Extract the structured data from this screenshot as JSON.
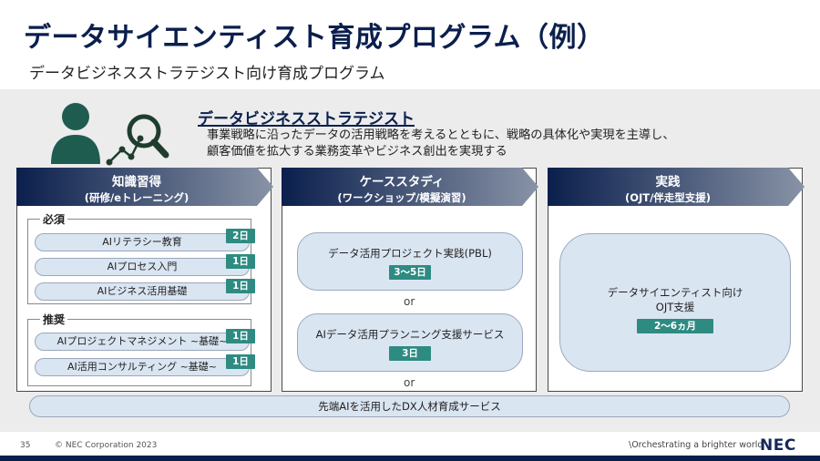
{
  "title": "データサイエンティスト育成プログラム（例）",
  "subtitle": "データビジネスストラテジスト向け育成プログラム",
  "role": {
    "title": "データビジネスストラテジスト",
    "desc_line1": "事業戦略に沿ったデータの活用戦略を考えるとともに、戦略の具体化や実現を主導し、",
    "desc_line2": "顧客価値を拡大する業務変革やビジネス創出を実現する"
  },
  "columns": [
    {
      "title": "知識習得",
      "subtitle": "(研修/eトレーニング)"
    },
    {
      "title": "ケーススタディ",
      "subtitle": "(ワークショップ/模擬演習)"
    },
    {
      "title": "実践",
      "subtitle": "(OJT/伴走型支援)"
    }
  ],
  "knowledge": {
    "required_label": "必須",
    "required": [
      {
        "label": "AIリテラシー教育",
        "days": "2日"
      },
      {
        "label": "AIプロセス入門",
        "days": "1日"
      },
      {
        "label": "AIビジネス活用基礎",
        "days": "1日"
      }
    ],
    "recommended_label": "推奨",
    "recommended": [
      {
        "label": "AIプロジェクトマネジメント ~基礎~",
        "days": "1日"
      },
      {
        "label": "AI活用コンサルティング ~基礎~",
        "days": "1日"
      }
    ]
  },
  "case_study": {
    "items": [
      {
        "label": "データ活用プロジェクト実践(PBL)",
        "duration": "3～5日"
      },
      {
        "label": "AIデータ活用プランニング支援サービス",
        "duration": "3日"
      }
    ],
    "or_text": "or"
  },
  "practice": {
    "label_line1": "データサイエンティスト向け",
    "label_line2": "OJT支援",
    "duration": "2～6ヵ月"
  },
  "bottom_service": "先端AIを活用したDX人材育成サービス",
  "footer": {
    "page": "35",
    "copyright": "© NEC Corporation 2023",
    "tagline": "\\Orchestrating a brighter world",
    "logo": "NEC"
  },
  "colors": {
    "navy": "#0b1f4d",
    "teal_badge": "#2e8b82",
    "pill_fill": "#dae5f2",
    "panel": "#ececec"
  },
  "icons": [
    "person-icon",
    "analytics-magnifier-icon"
  ]
}
